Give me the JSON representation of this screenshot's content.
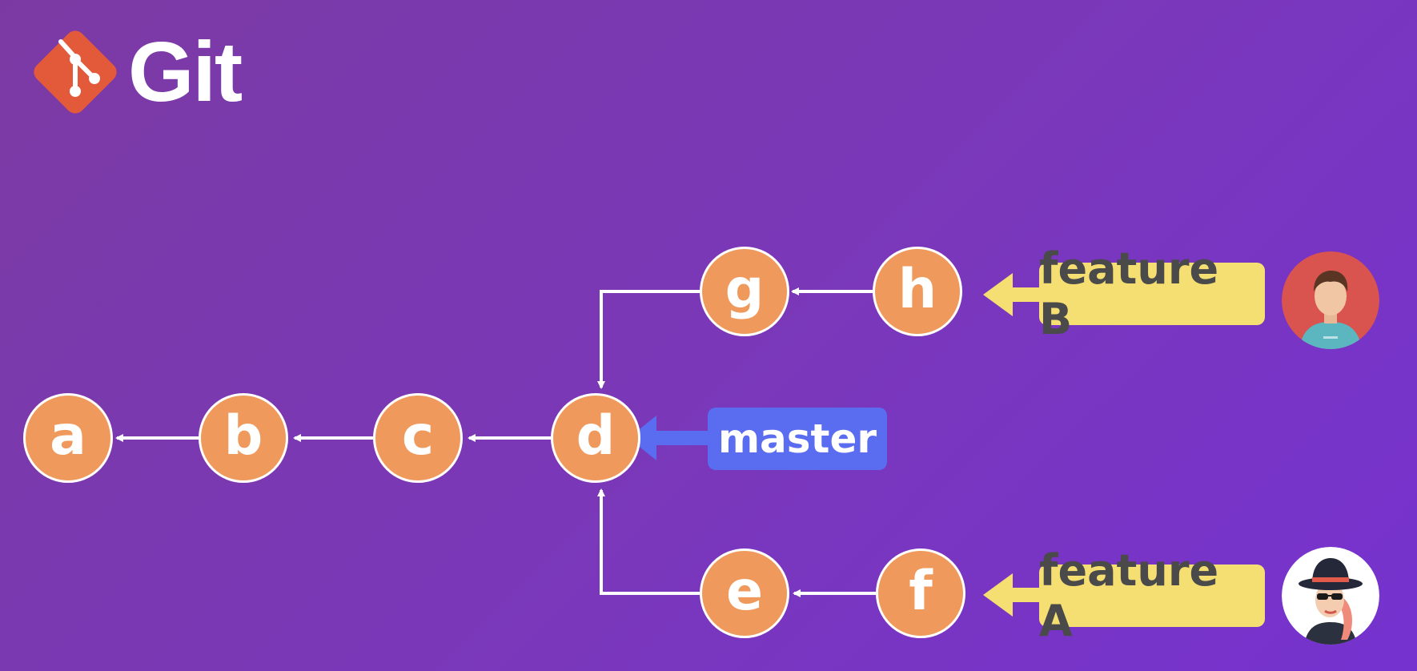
{
  "logo": {
    "text": "Git",
    "brand_color": "#e25a3a"
  },
  "commits": {
    "a": "a",
    "b": "b",
    "c": "c",
    "d": "d",
    "e": "e",
    "f": "f",
    "g": "g",
    "h": "h"
  },
  "branches": {
    "master": "master",
    "feature_b": "feature B",
    "feature_a": "feature A"
  },
  "colors": {
    "commit": "#ef9a5c",
    "master_label": "#5a6cf0",
    "feature_label": "#f5df72",
    "background": "#7a38b8"
  },
  "avatars": {
    "feature_b_user": "man-avatar-icon",
    "feature_a_user": "woman-hat-avatar-icon"
  }
}
